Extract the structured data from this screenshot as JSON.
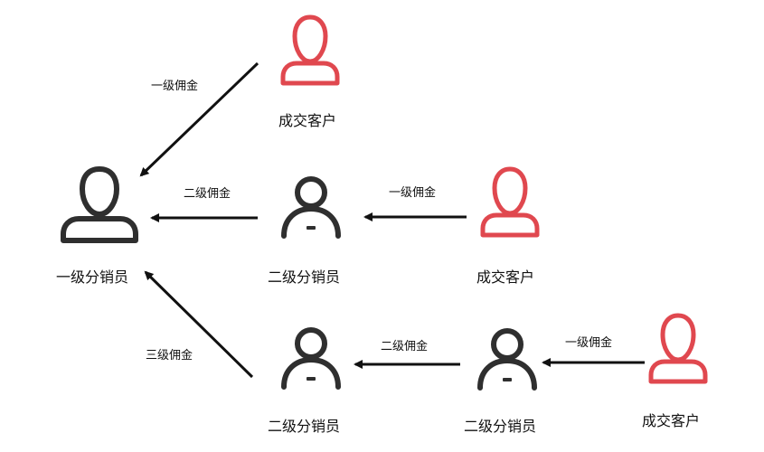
{
  "colors": {
    "customer": "#e0484f",
    "distributor": "#2f2f2f",
    "arrow": "#111111"
  },
  "icons": {
    "customer": "person-outline-icon",
    "level1": "person-outline-icon",
    "level2": "person-avatar-icon"
  },
  "nodes": {
    "customer_top": "成交客户",
    "customer_mid": "成交客户",
    "customer_bottom": "成交客户",
    "level1_distributor": "一级分销员",
    "level2_distributor_mid": "二级分销员",
    "level2_distributor_bottom_left": "二级分销员",
    "level2_distributor_bottom_right": "二级分销员"
  },
  "edges": {
    "top_customer_to_level1": "一级佣金",
    "mid_level2_to_level1": "二级佣金",
    "mid_customer_to_level2": "一级佣金",
    "bottom_level2_left_to_level1": "三级佣金",
    "bottom_level2_right_to_left": "二级佣金",
    "bottom_customer_to_level2_right": "一级佣金"
  }
}
